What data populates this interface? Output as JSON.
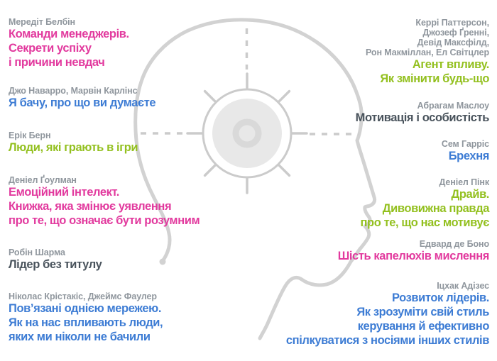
{
  "palette": {
    "magenta": "#e23a9e",
    "blue": "#3d7cd4",
    "green": "#93c01f",
    "dark": "#49535c",
    "author_gray": "#8f969d",
    "outline_gray": "#d2d2d2"
  },
  "illustration": {
    "head_icon": "head-profile-silhouette",
    "center_icon": "idea-sun-gear"
  },
  "left_entries": [
    {
      "author_lines": [
        "Мередіт Белбін"
      ],
      "title_lines": [
        "Команди менеджерів.",
        "Секрети успіху",
        "і причини невдач"
      ],
      "title_color": "magenta"
    },
    {
      "author_lines": [
        "Джо Наварро, Марвін Карлінс"
      ],
      "title_lines": [
        "Я бачу, про що ви думаєте"
      ],
      "title_color": "blue"
    },
    {
      "author_lines": [
        "Ерік Берн"
      ],
      "title_lines": [
        "Люди, які грають в ігри"
      ],
      "title_color": "green"
    },
    {
      "author_lines": [
        "Деніел Ґоулман"
      ],
      "title_lines": [
        "Емоційний інтелект.",
        "Книжка, яка змінює уявлення",
        "про те, що означає бути розумним"
      ],
      "title_color": "magenta"
    },
    {
      "author_lines": [
        "Робін Шарма"
      ],
      "title_lines": [
        "Лідер без титулу"
      ],
      "title_color": "dark"
    },
    {
      "author_lines": [
        "Ніколас Крістакіс, Джеймс Фаулер"
      ],
      "title_lines": [
        "Пов’язані однією мережею.",
        "Як на нас впливають люди,",
        "яких ми ніколи не бачили"
      ],
      "title_color": "blue"
    }
  ],
  "right_entries": [
    {
      "author_lines": [
        "Керрі Паттерсон,",
        "Джозеф Ґренні,",
        "Девід Максфілд,",
        "Рон Макміллан, Ел Світцлер"
      ],
      "title_lines": [
        "Агент впливу.",
        "Як змінити будь-що"
      ],
      "title_color": "green"
    },
    {
      "author_lines": [
        "Абрагам Маслоу"
      ],
      "title_lines": [
        "Мотивація і особистість"
      ],
      "title_color": "dark"
    },
    {
      "author_lines": [
        "Сем Гарріс"
      ],
      "title_lines": [
        "Брехня"
      ],
      "title_color": "blue"
    },
    {
      "author_lines": [
        "Деніел Пінк"
      ],
      "title_lines": [
        "Драйв.",
        "Дивовижна правда",
        "про те, що нас мотивує"
      ],
      "title_color": "green"
    },
    {
      "author_lines": [
        "Едвард де Боно"
      ],
      "title_lines": [
        "Шість капелюхів мислення"
      ],
      "title_color": "magenta"
    },
    {
      "author_lines": [
        "Іцхак Адізес"
      ],
      "title_lines": [
        "Розвиток лідерів.",
        "Як зрозуміти свій стиль",
        "керування й ефективно",
        "спілкуватися з носіями інших стилів"
      ],
      "title_color": "blue"
    }
  ]
}
